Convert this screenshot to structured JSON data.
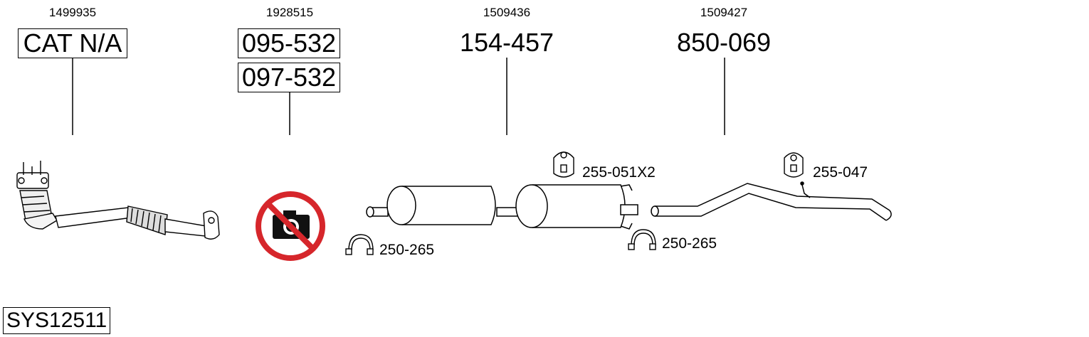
{
  "parts": [
    {
      "ref": "1499935",
      "code": "CAT N/A"
    },
    {
      "ref": "1928515",
      "codes": [
        "095-532",
        "097-532"
      ]
    },
    {
      "ref": "1509436",
      "code": "154-457"
    },
    {
      "ref": "1509427",
      "code": "850-069"
    }
  ],
  "accessories": [
    {
      "code": "255-051X2"
    },
    {
      "code": "255-047"
    },
    {
      "code": "250-265"
    },
    {
      "code": "250-265"
    }
  ],
  "system_code": "SYS12511",
  "icons": [
    "no-photo-icon"
  ],
  "colors": {
    "line": "#000000",
    "no_photo": "#d6262b"
  }
}
